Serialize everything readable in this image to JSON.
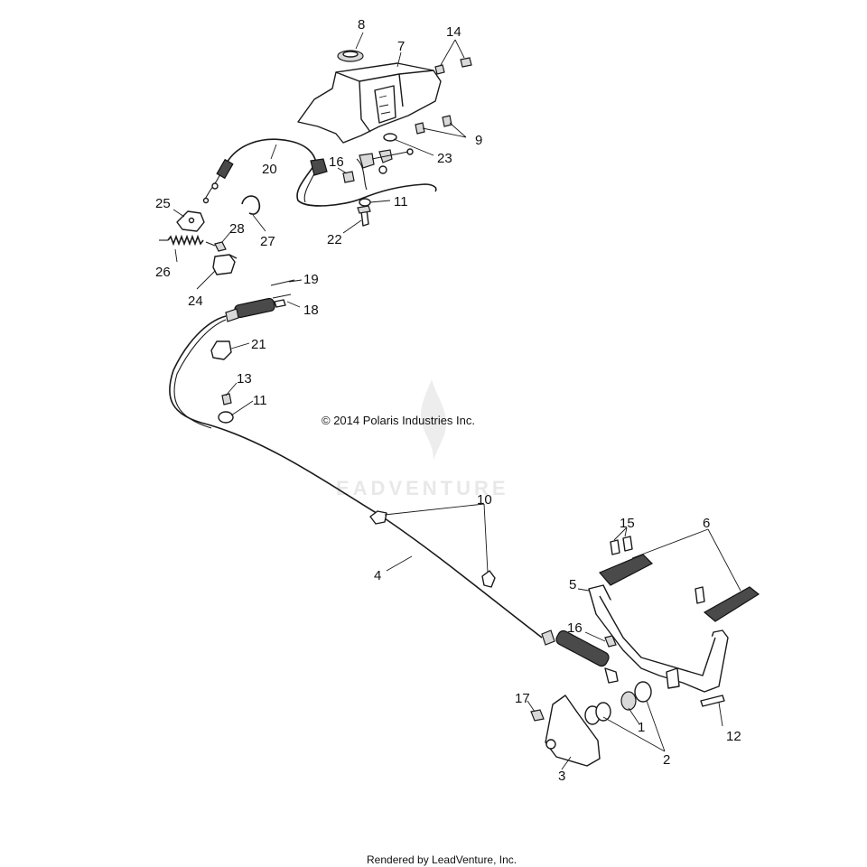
{
  "diagram": {
    "copyright": "© 2014 Polaris Industries Inc.",
    "rendered_by": "Rendered by LeadVenture, Inc.",
    "watermark": "EADVENTURE",
    "callouts": {
      "c1": "1",
      "c2": "2",
      "c3": "3",
      "c4": "4",
      "c5": "5",
      "c6": "6",
      "c7": "7",
      "c8": "8",
      "c9": "9",
      "c10": "10",
      "c11a": "11",
      "c11b": "11",
      "c12": "12",
      "c13": "13",
      "c14": "14",
      "c15": "15",
      "c16a": "16",
      "c16b": "16",
      "c17": "17",
      "c18": "18",
      "c19": "19",
      "c20": "20",
      "c21": "21",
      "c22": "22",
      "c23": "23",
      "c24": "24",
      "c25": "25",
      "c26": "26",
      "c27": "27",
      "c28": "28"
    }
  }
}
